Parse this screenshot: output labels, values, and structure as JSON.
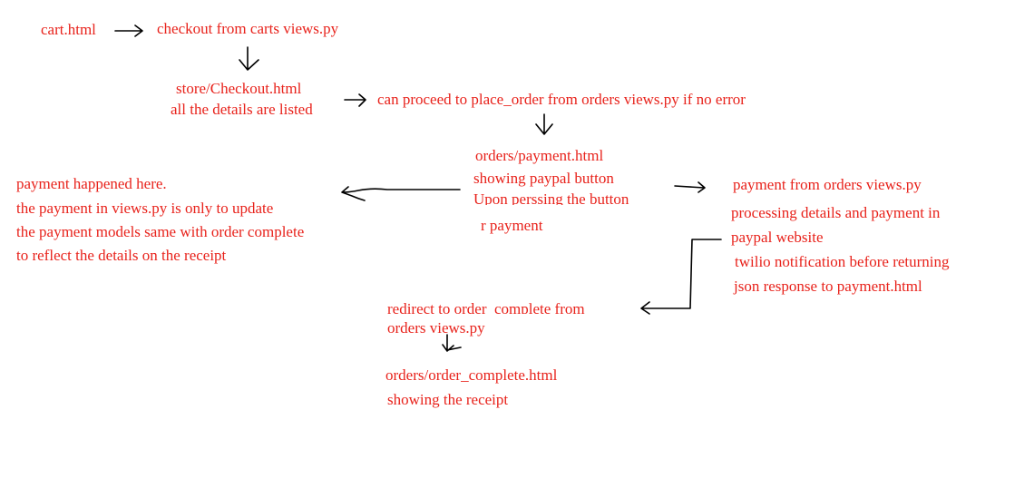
{
  "nodes": {
    "cart": "cart.html",
    "checkout_view": "checkout from carts views.py",
    "store_checkout": [
      "store/Checkout.html",
      "all the details are listed"
    ],
    "place_order": "can proceed to place_order from orders views.py if no error",
    "orders_payment": [
      "orders/payment.html",
      "showing paypal button",
      "Upon perssing the button",
      "r payment"
    ],
    "payment_view": [
      "payment from orders views.py",
      "processing details and payment in",
      "paypal website",
      "twilio notification before returning",
      "json response to payment.html"
    ],
    "payment_note": [
      "payment happened here.",
      "the payment in views.py is only to update",
      "the payment models same with order complete",
      "to reflect the details on the receipt"
    ],
    "redirect": [
      "redirect to order_complete from",
      "orders views.py"
    ],
    "order_complete": [
      "orders/order_complete.html",
      "showing the receipt"
    ]
  },
  "colors": {
    "text": "#e8221b",
    "arrow": "#000000"
  }
}
